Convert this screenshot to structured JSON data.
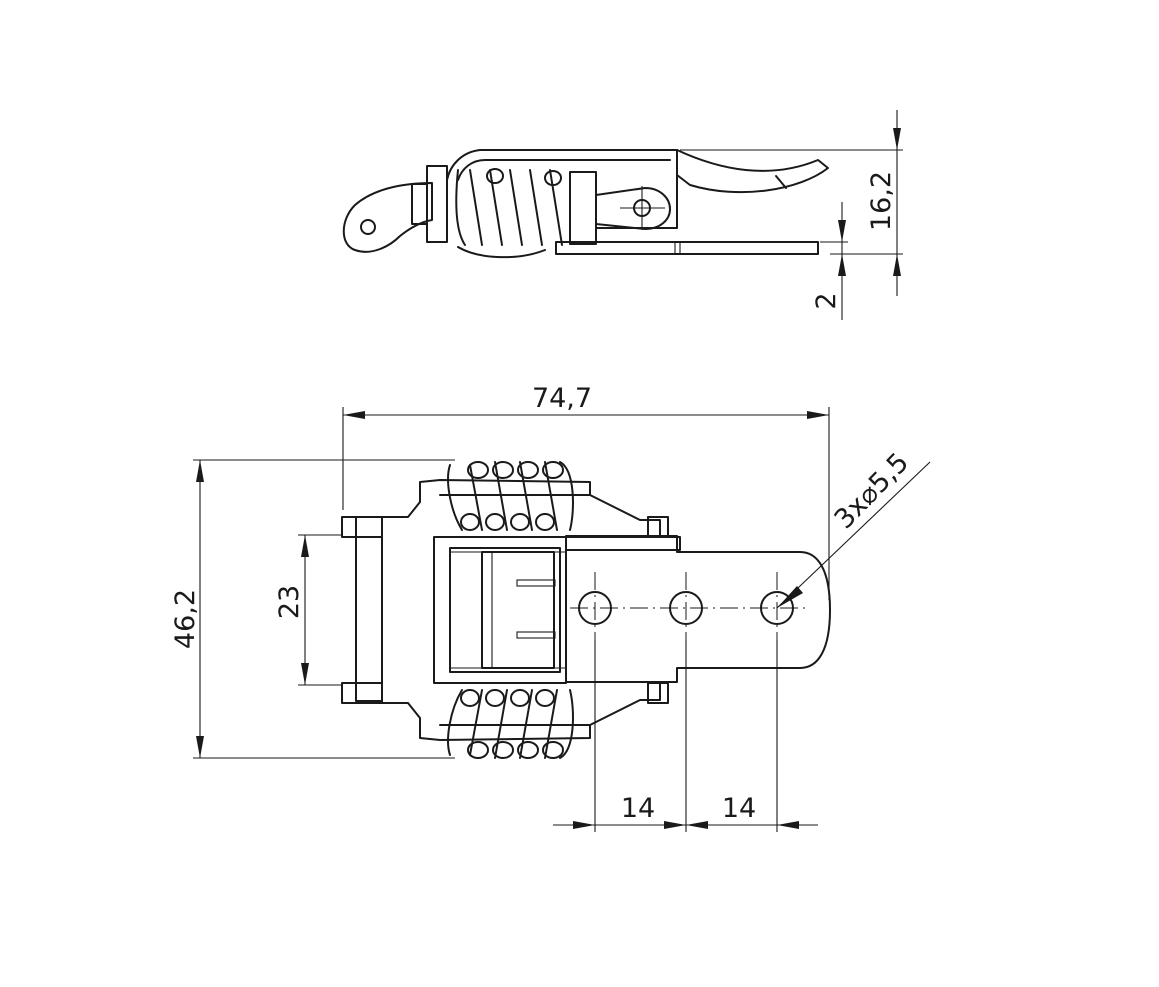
{
  "dimensions": {
    "side_height": "16,2",
    "plate_thickness": "2",
    "overall_length": "74,7",
    "overall_width": "46,2",
    "spring_spacing": "23",
    "hole_pitch_1": "14",
    "hole_pitch_2": "14",
    "hole_callout": "3x⌀5,5"
  }
}
